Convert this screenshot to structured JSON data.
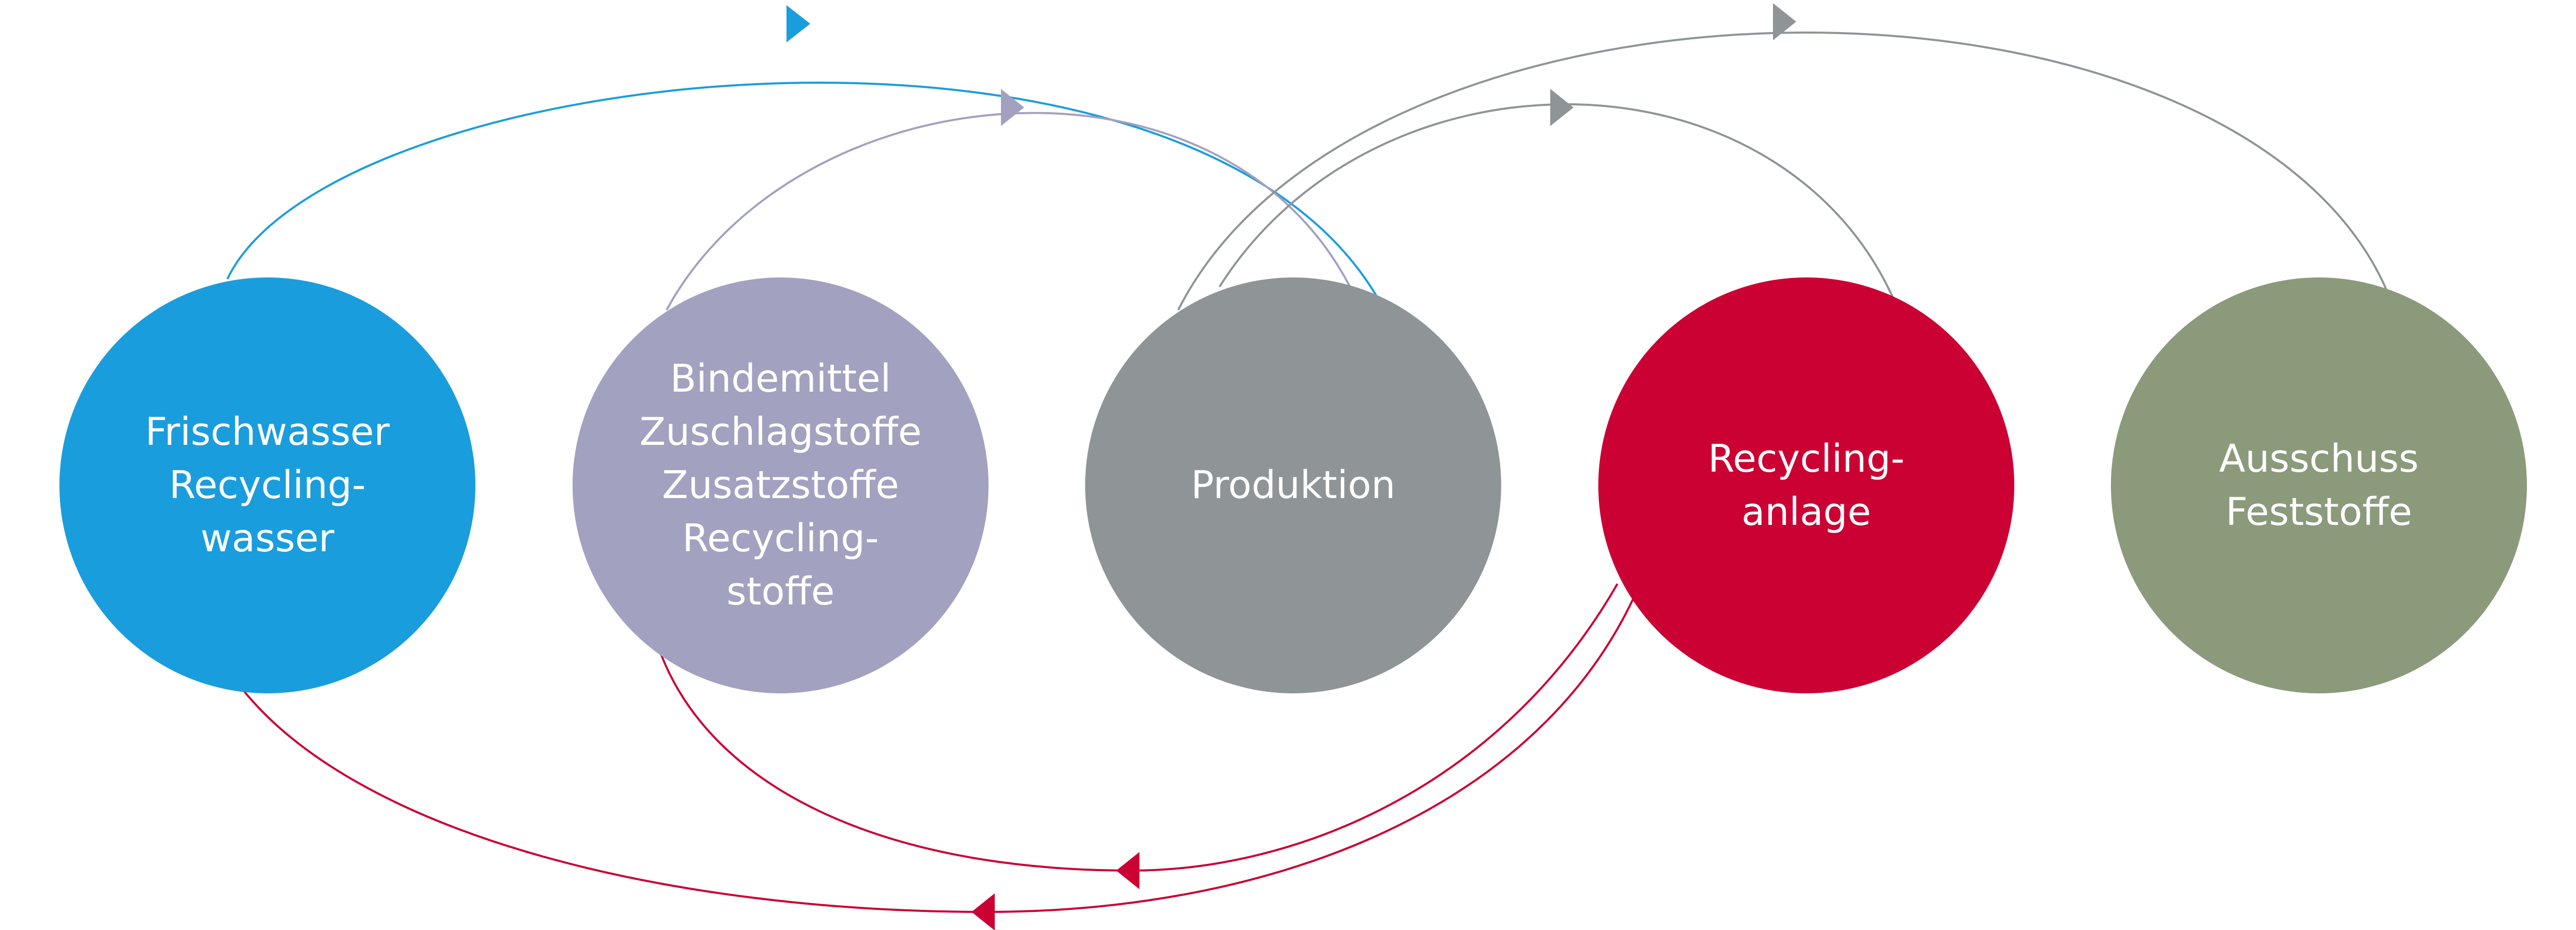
{
  "nodes": [
    {
      "id": "water",
      "color": "#1a9ddc",
      "lines": [
        "Frischwasser",
        "Recycling-",
        "wasser"
      ]
    },
    {
      "id": "binder",
      "color": "#a3a1c0",
      "lines": [
        "Bindemittel",
        "Zuschlagstoffe",
        "Zusatzstoffe",
        "Recycling-",
        "stoffe"
      ]
    },
    {
      "id": "prod",
      "color": "#8f9497",
      "lines": [
        "Produktion"
      ]
    },
    {
      "id": "recycle",
      "color": "#cb0033",
      "lines": [
        "Recycling-",
        "anlage"
      ]
    },
    {
      "id": "waste",
      "color": "#8b9a7b",
      "lines": [
        "Ausschuss",
        "Feststoffe"
      ]
    }
  ],
  "flows": [
    {
      "from": "water",
      "to": "prod",
      "color": "#1a9ddc"
    },
    {
      "from": "binder",
      "to": "prod",
      "color": "#a3a1c0"
    },
    {
      "from": "prod",
      "to": "waste",
      "color": "#8f9497"
    },
    {
      "from": "prod",
      "to": "recycle",
      "color": "#8f9497"
    },
    {
      "from": "recycle",
      "to": "binder",
      "color": "#cb0033"
    },
    {
      "from": "recycle",
      "to": "water",
      "color": "#cb0033"
    }
  ]
}
